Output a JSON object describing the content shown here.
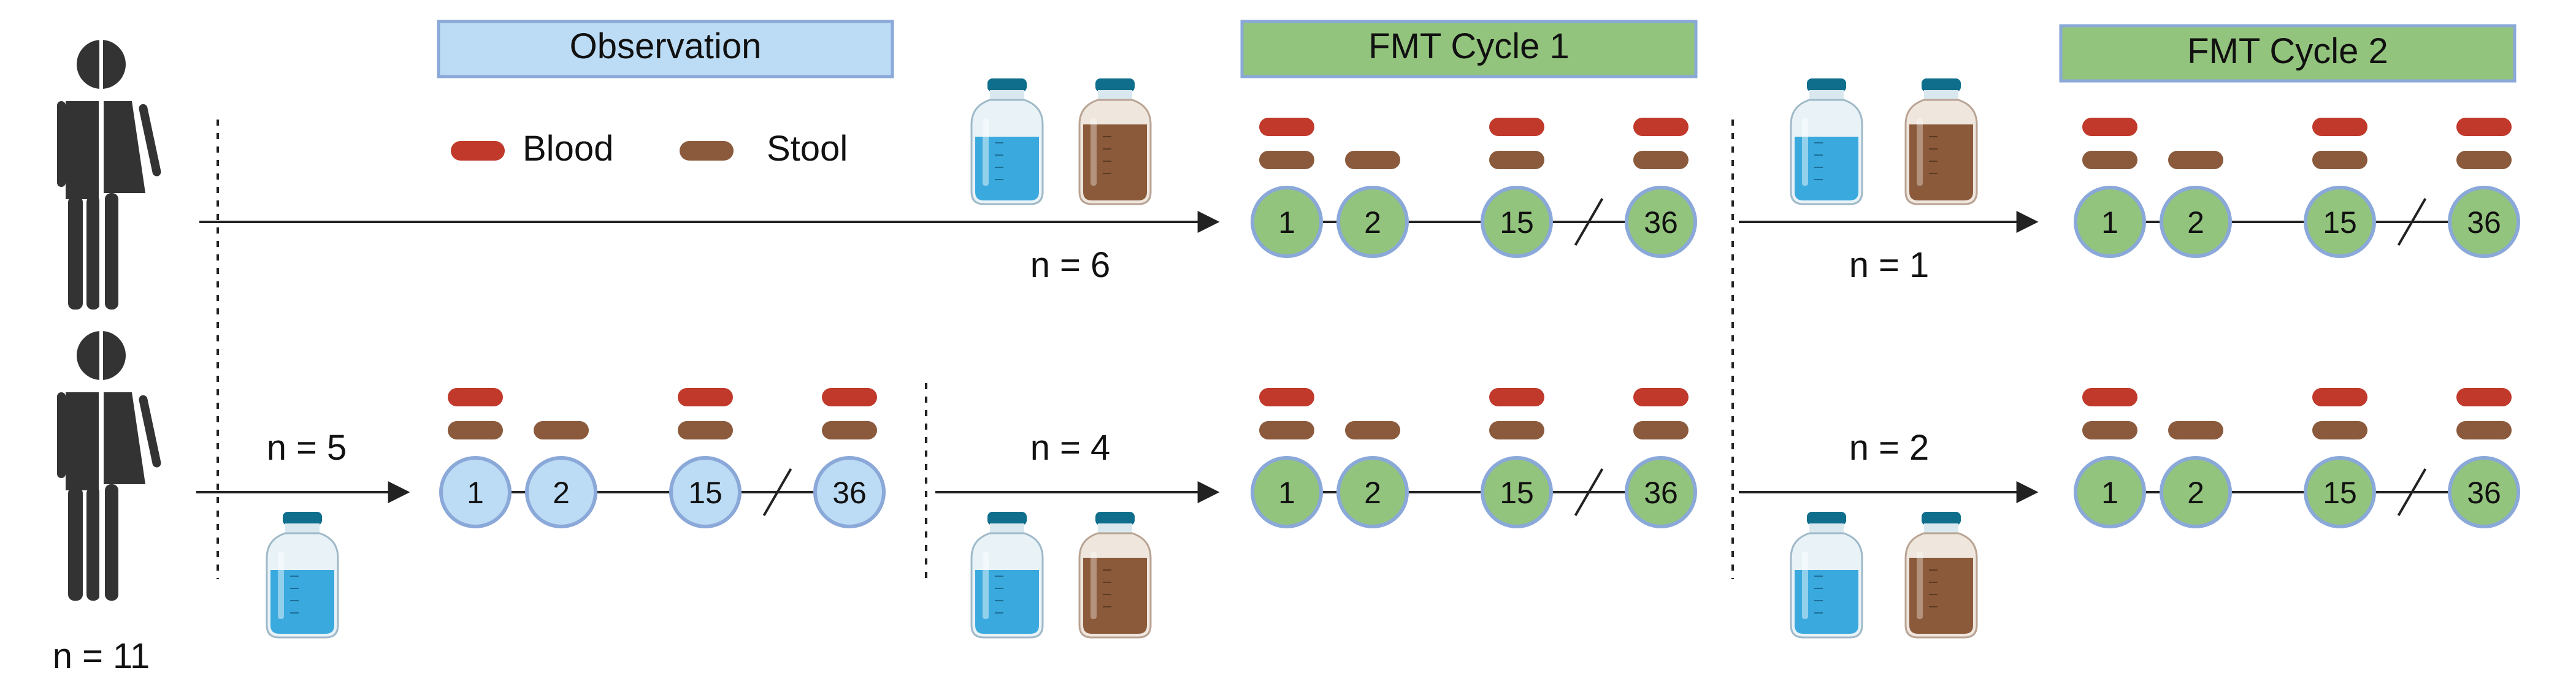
{
  "phases": {
    "observation": "Observation",
    "fmt_cycle_1": "FMT Cycle 1",
    "fmt_cycle_2": "FMT Cycle 2"
  },
  "legend": {
    "blood": "Blood",
    "stool": "Stool"
  },
  "counts": {
    "total": "n = 11",
    "top_arm": "n = 6",
    "top_to_cycle2": "n = 1",
    "bottom_arm": "n = 5",
    "obs_to_cycle1": "n = 4",
    "bottom_to_cycle2": "n = 2"
  },
  "visits": [
    "1",
    "2",
    "15",
    "36"
  ],
  "colors": {
    "observation_fill": "#bcdcf5",
    "observation_stroke": "#8aa8d8",
    "fmt_fill": "#93c47d",
    "fmt_stroke": "#8aa8d8",
    "blood": "#c0392b",
    "stool": "#8b5a3c",
    "line": "#222222",
    "person": "#333333",
    "bottle_blue": "#3aa9dd",
    "bottle_brown": "#8a5a3a",
    "bottle_cap": "#0e6e8c"
  }
}
